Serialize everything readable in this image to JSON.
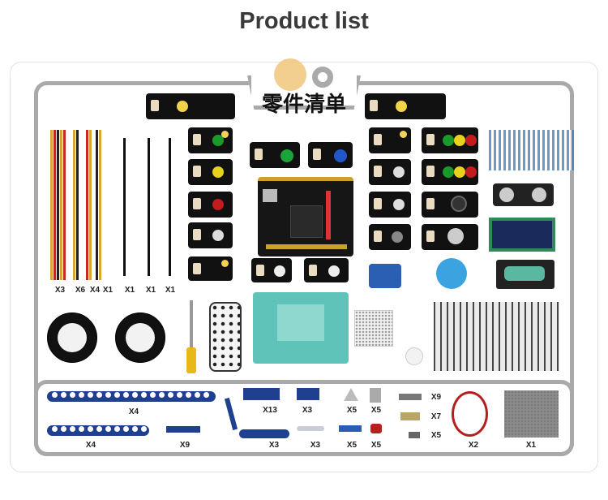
{
  "title": "Product list",
  "badge_text": "零件清单",
  "upper_labels": {
    "cables": [
      "X3",
      "X6",
      "X4",
      "X1"
    ],
    "usb": [
      "X1",
      "X1",
      "X1"
    ]
  },
  "lower_labels": {
    "long_beam": "X4",
    "short_beam": "X4",
    "flat_connector": "X9",
    "l_beam": "X3",
    "block_x13": "X13",
    "block_x3": "X3",
    "axle": "X3",
    "triangle": "X5",
    "angle_piece": "X5",
    "pin_blue": "X5",
    "pin_red": "X5",
    "connector_gray": "X9",
    "connector_tan": "X7",
    "bushing": "X5",
    "rubber_band": "X2",
    "baseplate": "X1"
  },
  "colors": {
    "frame": "#a9a9a9",
    "beam": "#1f3f8f",
    "module": "#111111",
    "chassis": "#5fc3b9"
  }
}
